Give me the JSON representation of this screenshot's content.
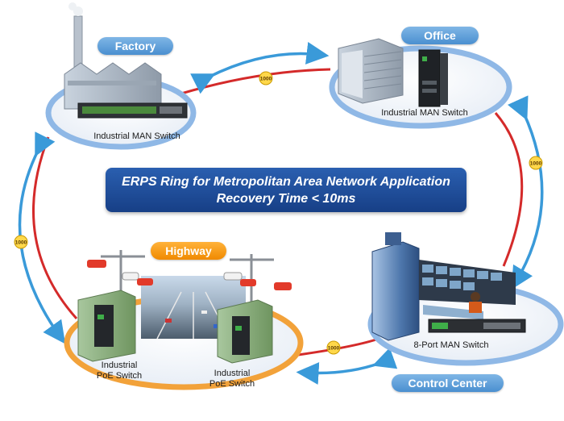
{
  "title": {
    "line1": "ERPS Ring for Metropolitan Area Network Application",
    "line2": "Recovery Time < 10ms"
  },
  "sites": {
    "factory": {
      "tag": "Factory",
      "device_label": "Industrial MAN Switch"
    },
    "office": {
      "tag": "Office",
      "device_label": "Industrial MAN Switch"
    },
    "highway": {
      "tag": "Highway",
      "device1_label": "Industrial\nPoE Switch",
      "device2_label": "Industrial\nPoE Switch"
    },
    "control_center": {
      "tag": "Control Center",
      "device_label": "8-Port MAN Switch"
    }
  },
  "link_speed": "1000",
  "colors": {
    "ring": "#d42a2a",
    "arrow": "#3a9ad9",
    "tag_blue": "#5b9bd8",
    "tag_orange": "#f39a16",
    "title_bg": "#1f4e9c",
    "platform_rim_blue": "#8fb8e6",
    "platform_rim_orange": "#f2a23a"
  }
}
